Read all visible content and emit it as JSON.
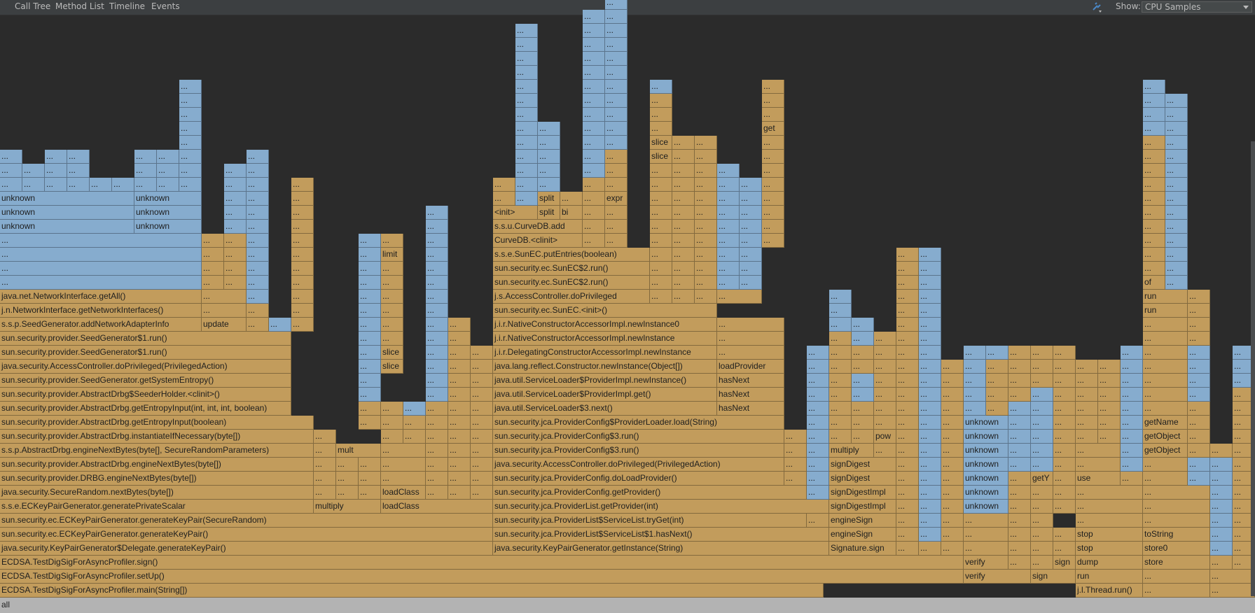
{
  "tabs": [
    {
      "id": "call-tree",
      "label": "Call Tree",
      "active": false
    },
    {
      "id": "method-list",
      "label": "Method List",
      "active": false
    },
    {
      "id": "timeline",
      "label": "Timeline",
      "active": false
    },
    {
      "id": "events",
      "label": "Events",
      "active": false
    }
  ],
  "toolbar": {
    "show_label": "Show:",
    "show_value": "CPU Samples",
    "filter_icon": "filter-icon"
  },
  "root_label": "all",
  "colors": {
    "java": "#c29c5c",
    "native": "#86acce",
    "background": "#2b2b2b",
    "toolbar": "#3c3f41",
    "root": "#b3b3b3",
    "active_tab": "#4a88c7"
  },
  "frames": [
    "0,1176,0,j,ECDSA.TestDigSigForAsyncProfiler.main(String[])",
    "1536,1632,0,j,j.l.Thread.run()",
    "1632,1728,0,j,...",
    "1728,1792,0,j,...",
    "0,1376,1,j,ECDSA.TestDigSigForAsyncProfiler.setUp()",
    "1376,1472,1,j,verify",
    "1472,1536,1,j,sign",
    "1536,1632,1,j,run",
    "1632,1728,1,j,...",
    "1728,1792,1,j,...",
    "0,1376,2,j,ECDSA.TestDigSigForAsyncProfiler.sign()",
    "1376,1440,2,j,verify",
    "1440,1472,2,j,...",
    "1472,1504,2,j,...",
    "1504,1536,2,j,sign",
    "1536,1632,2,j,dump",
    "1632,1728,2,j,store",
    "1728,1760,2,j,...",
    "1760,1792,2,j,...",
    "0,704,3,j,java.security.KeyPairGenerator$Delegate.generateKeyPair()",
    "704,1184,3,j,java.security.KeyPairGenerator.getInstance(String)",
    "1184,1280,3,j,Signature.sign",
    "1280,1312,3,j,...",
    "1312,1344,3,j,...",
    "1344,1376,3,j,...",
    "1376,1440,3,j,...",
    "1440,1472,3,j,...",
    "1472,1504,3,j,...",
    "1504,1536,3,j,...",
    "1536,1632,3,j,stop",
    "1632,1728,3,j,store0",
    "1728,1760,3,n,...",
    "1760,1792,3,j,...",
    "0,704,4,j,sun.security.ec.ECKeyPairGenerator.generateKeyPair()",
    "704,1184,4,j,sun.security.jca.ProviderList$ServiceList$1.hasNext()",
    "1184,1280,4,j,engineSign",
    "1280,1312,4,j,...",
    "1312,1344,4,n,...",
    "1344,1376,4,j,...",
    "1376,1440,4,j,...",
    "1440,1472,4,j,...",
    "1472,1504,4,j,...",
    "1504,1536,4,j,...",
    "1536,1632,4,j,stop",
    "1632,1728,4,j,toString",
    "1728,1760,4,n,...",
    "1760,1792,4,j,...",
    "0,704,5,j,sun.security.ec.ECKeyPairGenerator.generateKeyPair(SecureRandom)",
    "704,1152,5,j,sun.security.jca.ProviderList$ServiceList.tryGet(int)",
    "1152,1184,5,j,...",
    "1184,1280,5,j,engineSign",
    "1280,1312,5,j,...",
    "1312,1344,5,n,...",
    "1344,1376,5,j,...",
    "1376,1440,5,j,...",
    "1440,1472,5,j,...",
    "1472,1504,5,j,...",
    "1536,1632,5,j,...",
    "1632,1728,5,j,...",
    "1728,1760,5,n,...",
    "1760,1792,5,j,...",
    "0,448,6,j,s.s.e.ECKeyPairGenerator.generatePrivateScalar",
    "448,544,6,j,multiply",
    "544,704,6,j,loadClass",
    "704,1184,6,j,sun.security.jca.ProviderList.getProvider(int)",
    "1184,1280,6,j,signDigestImpl",
    "1280,1312,6,j,...",
    "1312,1344,6,n,...",
    "1344,1376,6,j,...",
    "1376,1440,6,n,unknown",
    "1440,1472,6,j,...",
    "1472,1504,6,j,...",
    "1504,1536,6,j,...",
    "1536,1632,6,j,...",
    "1632,1728,6,j,...",
    "1728,1760,6,n,...",
    "1760,1792,6,j,...",
    "0,448,7,j,java.security.SecureRandom.nextBytes(byte[])",
    "448,480,7,j,...",
    "480,512,7,j,...",
    "512,544,7,j,...",
    "544,608,7,j,loadClass",
    "608,640,7,j,...",
    "640,672,7,j,...",
    "672,704,7,j,...",
    "704,1152,7,j,sun.security.jca.ProviderConfig.getProvider()",
    "1152,1184,7,n,...",
    "1184,1280,7,j,signDigestImpl",
    "1280,1312,7,j,...",
    "1312,1344,7,n,...",
    "1344,1376,7,j,...",
    "1376,1440,7,n,unknown",
    "1440,1472,7,j,...",
    "1472,1504,7,j,...",
    "1504,1536,7,j,...",
    "1536,1632,7,j,...",
    "1632,1728,7,j,...",
    "1728,1760,7,n,...",
    "1760,1792,7,j,...",
    "0,448,8,j,sun.security.provider.DRBG.engineNextBytes(byte[])",
    "448,480,8,j,...",
    "480,512,8,j,...",
    "512,544,8,j,...",
    "544,608,8,j,...",
    "608,640,8,j,...",
    "640,672,8,j,...",
    "672,704,8,j,...",
    "704,1120,8,j,sun.security.jca.ProviderConfig.doLoadProvider()",
    "1120,1152,8,j,...",
    "1152,1184,8,n,...",
    "1184,1280,8,j,signDigest",
    "1280,1312,8,j,...",
    "1312,1344,8,n,...",
    "1344,1376,8,j,...",
    "1376,1440,8,n,unknown",
    "1440,1472,8,j,...",
    "1472,1504,8,j,getY",
    "1504,1536,8,j,...",
    "1536,1600,8,j,use",
    "1600,1632,8,j,...",
    "1632,1696,8,j,...",
    "1696,1728,8,n,...",
    "1728,1760,8,n,...",
    "1760,1792,8,j,...",
    "0,448,9,j,sun.security.provider.AbstractDrbg.engineNextBytes(byte[])",
    "448,480,9,j,...",
    "480,512,9,j,...",
    "512,544,9,j,...",
    "544,608,9,j,...",
    "608,640,9,j,...",
    "640,672,9,j,...",
    "672,704,9,j,...",
    "704,1120,9,j,java.security.AccessController.doPrivileged(PrivilegedAction)",
    "1120,1152,9,j,...",
    "1152,1184,9,n,...",
    "1184,1280,9,j,signDigest",
    "1280,1312,9,j,...",
    "1312,1344,9,n,...",
    "1344,1376,9,j,...",
    "1376,1440,9,n,unknown",
    "1440,1472,9,n,...",
    "1472,1504,9,n,...",
    "1504,1536,9,j,...",
    "1536,1600,9,j,...",
    "1600,1632,9,n,...",
    "1632,1696,9,j,...",
    "1696,1728,9,n,...",
    "1728,1760,9,n,...",
    "1760,1792,9,j,...",
    "0,448,10,j,s.s.p.AbstractDrbg.engineNextBytes(byte[], SecureRandomParameters)",
    "448,480,10,j,...",
    "480,544,10,j,mult",
    "544,608,10,j,...",
    "608,640,10,j,...",
    "640,672,10,j,...",
    "672,704,10,j,...",
    "704,1120,10,j,sun.security.jca.ProviderConfig$3.run()",
    "1120,1152,10,j,...",
    "1152,1184,10,n,...",
    "1184,1248,10,j,multiply",
    "1248,1280,10,j,...",
    "1280,1312,10,j,...",
    "1312,1344,10,n,...",
    "1344,1376,10,j,...",
    "1376,1440,10,n,unknown",
    "1440,1472,10,n,...",
    "1472,1504,10,n,...",
    "1504,1536,10,j,...",
    "1536,1600,10,j,...",
    "1600,1632,10,n,...",
    "1632,1696,10,j,getObject",
    "1696,1728,10,j,...",
    "1728,1760,10,j,...",
    "1760,1792,10,j,...",
    "0,448,11,j,sun.security.provider.AbstractDrbg.instantiateIfNecessary(byte[])",
    "448,480,11,j,...",
    "544,576,11,j,...",
    "576,608,11,j,...",
    "608,640,11,j,...",
    "640,672,11,j,...",
    "672,704,11,j,...",
    "704,1120,11,j,sun.security.jca.ProviderConfig$3.run()",
    "1120,1152,11,j,...",
    "1152,1184,11,n,...",
    "1184,1216,11,j,...",
    "1216,1248,11,j,...",
    "1248,1280,11,j,pow",
    "1280,1312,11,j,...",
    "1312,1344,11,n,...",
    "1344,1376,11,j,...",
    "1376,1440,11,n,unknown",
    "1440,1472,11,n,...",
    "1472,1504,11,n,...",
    "1504,1536,11,j,...",
    "1536,1568,11,j,...",
    "1568,1600,11,j,...",
    "1600,1632,11,n,...",
    "1632,1696,11,j,getObject",
    "1696,1728,11,j,...",
    "1760,1792,11,j,...",
    "0,448,12,j,sun.security.provider.AbstractDrbg.getEntropyInput(boolean)",
    "512,544,12,j,...",
    "544,576,12,j,...",
    "576,608,12,j,...",
    "608,640,12,j,...",
    "640,672,12,j,...",
    "672,704,12,j,...",
    "704,1120,12,j,sun.security.jca.ProviderConfig$ProviderLoader.load(String)",
    "1152,1184,12,n,...",
    "1184,1216,12,j,...",
    "1216,1248,12,j,...",
    "1248,1280,12,j,...",
    "1280,1312,12,j,...",
    "1312,1344,12,n,...",
    "1344,1376,12,j,...",
    "1376,1440,12,n,unknown",
    "1440,1472,12,n,...",
    "1472,1504,12,n,...",
    "1504,1536,12,j,...",
    "1536,1568,12,j,...",
    "1568,1600,12,j,...",
    "1600,1632,12,n,...",
    "1632,1696,12,j,getName",
    "1696,1728,12,j,...",
    "1760,1792,12,j,...",
    "0,416,13,j,sun.security.provider.AbstractDrbg.getEntropyInput(int, int, int, boolean)",
    "512,544,13,j,...",
    "544,576,13,j,...",
    "576,608,13,n,...",
    "608,640,13,j,...",
    "640,672,13,j,...",
    "672,704,13,j,...",
    "704,1024,13,j,java.util.ServiceLoader$3.next()",
    "1024,1120,13,j,hasNext",
    "1152,1184,13,n,...",
    "1184,1216,13,j,...",
    "1216,1248,13,j,...",
    "1248,1280,13,j,...",
    "1280,1312,13,j,...",
    "1312,1344,13,n,...",
    "1344,1376,13,j,...",
    "1376,1408,13,n,...",
    "1408,1440,13,j,...",
    "1440,1472,13,n,...",
    "1472,1504,13,n,...",
    "1504,1536,13,j,...",
    "1536,1568,13,j,...",
    "1568,1600,13,j,...",
    "1600,1632,13,n,...",
    "1632,1696,13,j,...",
    "1696,1728,13,j,...",
    "1760,1792,13,j,...",
    "0,416,14,j,sun.security.provider.AbstractDrbg$SeederHolder.<clinit>()",
    "512,544,14,n,...",
    "608,640,14,n,...",
    "640,672,14,j,...",
    "672,704,14,j,...",
    "704,1024,14,j,java.util.ServiceLoader$ProviderImpl.get()",
    "1024,1120,14,j,hasNext",
    "1152,1184,14,n,...",
    "1184,1216,14,j,...",
    "1216,1248,14,n,...",
    "1248,1280,14,j,...",
    "1280,1312,14,j,...",
    "1312,1344,14,n,...",
    "1344,1376,14,j,...",
    "1376,1408,14,n,...",
    "1408,1440,14,j,...",
    "1440,1472,14,j,...",
    "1472,1504,14,n,...",
    "1504,1536,14,j,...",
    "1536,1568,14,j,...",
    "1568,1600,14,j,...",
    "1600,1632,14,n,...",
    "1632,1696,14,j,...",
    "1696,1728,14,n,...",
    "1760,1792,14,j,...",
    "0,416,15,j,sun.security.provider.SeedGenerator.getSystemEntropy()",
    "512,544,15,n,...",
    "608,640,15,n,...",
    "640,672,15,j,...",
    "672,704,15,j,...",
    "704,1024,15,j,java.util.ServiceLoader$ProviderImpl.newInstance()",
    "1024,1120,15,j,hasNext",
    "1152,1184,15,n,...",
    "1184,1216,15,j,...",
    "1216,1248,15,n,...",
    "1248,1280,15,j,...",
    "1280,1312,15,j,...",
    "1312,1344,15,n,...",
    "1344,1376,15,j,...",
    "1376,1408,15,n,...",
    "1408,1440,15,j,...",
    "1440,1472,15,j,...",
    "1472,1504,15,j,...",
    "1504,1536,15,j,...",
    "1536,1568,15,j,...",
    "1568,1600,15,j,...",
    "1600,1632,15,n,...",
    "1632,1696,15,j,...",
    "1696,1728,15,n,...",
    "1760,1792,15,n,...",
    "0,416,16,j,java.security.AccessController.doPrivileged(PrivilegedAction)",
    "512,544,16,n,...",
    "544,576,16,j,slice",
    "608,640,16,n,...",
    "640,672,16,j,...",
    "672,704,16,j,...",
    "704,1024,16,j,java.lang.reflect.Constructor.newInstance(Object[])",
    "1024,1120,16,j,loadProvider",
    "1152,1184,16,n,...",
    "1184,1216,16,j,...",
    "1216,1248,16,j,...",
    "1248,1280,16,j,...",
    "1280,1312,16,j,...",
    "1312,1344,16,n,...",
    "1344,1376,16,j,...",
    "1376,1408,16,n,...",
    "1408,1440,16,j,...",
    "1440,1472,16,j,...",
    "1472,1504,16,j,...",
    "1504,1536,16,j,...",
    "1536,1568,16,j,...",
    "1568,1600,16,j,...",
    "1600,1632,16,n,...",
    "1632,1696,16,j,...",
    "1696,1728,16,n,...",
    "1760,1792,16,n,...",
    "0,416,17,j,sun.security.provider.SeedGenerator$1.run()",
    "512,544,17,n,...",
    "544,576,17,j,slice",
    "608,640,17,n,...",
    "640,672,17,j,...",
    "672,704,17,j,...",
    "704,1024,17,j,j.i.r.DelegatingConstructorAccessorImpl.newInstance",
    "1024,1120,17,j,...",
    "1152,1184,17,n,...",
    "1184,1216,17,j,...",
    "1216,1248,17,j,...",
    "1248,1280,17,j,...",
    "1280,1312,17,j,...",
    "1312,1344,17,n,...",
    "1376,1408,17,n,...",
    "1408,1440,17,n,...",
    "1440,1472,17,j,...",
    "1472,1504,17,j,...",
    "1504,1536,17,j,...",
    "1600,1632,17,n,...",
    "1632,1696,17,j,...",
    "1696,1728,17,n,...",
    "1760,1792,17,n,...",
    "0,416,18,j,sun.security.provider.SeedGenerator$1.run()",
    "512,544,18,n,...",
    "544,576,18,j,...",
    "608,640,18,n,...",
    "640,672,18,j,...",
    "704,1024,18,j,j.i.r.NativeConstructorAccessorImpl.newInstance",
    "1024,1120,18,j,...",
    "1184,1216,18,j,...",
    "1216,1248,18,n,...",
    "1248,1280,18,j,...",
    "1280,1312,18,j,...",
    "1312,1344,18,n,...",
    "1632,1696,18,j,...",
    "1696,1728,18,j,...",
    "0,288,19,j,s.s.p.SeedGenerator.addNetworkAdapterInfo",
    "288,352,19,j,update",
    "352,384,19,j,...",
    "384,416,19,n,...",
    "416,448,19,j,...",
    "512,544,19,n,...",
    "544,576,19,j,...",
    "608,640,19,n,...",
    "640,672,19,j,...",
    "704,1024,19,j,j.i.r.NativeConstructorAccessorImpl.newInstance0",
    "1024,1120,19,j,...",
    "1184,1216,19,n,...",
    "1216,1248,19,n,...",
    "1280,1312,19,j,...",
    "1312,1344,19,n,...",
    "1632,1696,19,j,...",
    "1696,1728,19,j,...",
    "0,288,20,j,j.n.NetworkInterface.getNetworkInterfaces()",
    "288,352,20,j,...",
    "352,384,20,j,...",
    "416,448,20,j,...",
    "512,544,20,n,...",
    "544,576,20,j,...",
    "608,640,20,n,...",
    "704,1024,20,j,sun.security.ec.SunEC.<init>()",
    "1184,1216,20,n,...",
    "1280,1312,20,j,...",
    "1312,1344,20,n,...",
    "1632,1696,20,j,run",
    "1696,1728,20,j,...",
    "0,288,21,j,java.net.NetworkInterface.getAll()",
    "288,352,21,j,...",
    "352,384,21,n,...",
    "416,448,21,j,...",
    "512,544,21,n,...",
    "544,576,21,j,...",
    "608,640,21,n,...",
    "704,928,21,j,j.s.AccessController.doPrivileged",
    "928,960,21,j,...",
    "960,992,21,j,...",
    "992,1024,21,j,...",
    "1024,1088,21,j,...",
    "1184,1216,21,n,...",
    "1280,1312,21,j,...",
    "1312,1344,21,n,...",
    "1632,1696,21,j,run",
    "1696,1728,21,j,...",
    "0,288,22,n,...",
    "288,320,22,j,...",
    "320,352,22,j,...",
    "352,384,22,n,...",
    "416,448,22,j,...",
    "512,544,22,n,...",
    "544,576,22,j,...",
    "608,640,22,n,...",
    "704,928,22,j,sun.security.ec.SunEC$2.run()",
    "928,960,22,j,...",
    "960,992,22,j,...",
    "992,1024,22,j,...",
    "1024,1056,22,n,...",
    "1056,1088,22,n,...",
    "1280,1312,22,j,...",
    "1312,1344,22,n,...",
    "1632,1664,22,j,of",
    "1664,1696,22,n,...",
    "0,288,23,n,...",
    "288,320,23,j,...",
    "320,352,23,j,...",
    "352,384,23,n,...",
    "416,448,23,j,...",
    "512,544,23,n,...",
    "544,576,23,j,...",
    "608,640,23,n,...",
    "704,928,23,j,sun.security.ec.SunEC$2.run()",
    "928,960,23,j,...",
    "960,992,23,j,...",
    "992,1024,23,j,...",
    "1024,1056,23,n,...",
    "1056,1088,23,n,...",
    "1280,1312,23,j,...",
    "1312,1344,23,n,...",
    "1632,1664,23,j,...",
    "1664,1696,23,n,...",
    "0,288,24,n,...",
    "288,320,24,j,...",
    "320,352,24,j,...",
    "352,384,24,n,...",
    "416,448,24,j,...",
    "512,544,24,n,...",
    "544,576,24,j,limit",
    "608,640,24,n,...",
    "704,928,24,j,s.s.e.SunEC.putEntries(boolean)",
    "928,960,24,j,...",
    "960,992,24,j,...",
    "992,1024,24,j,...",
    "1024,1056,24,n,...",
    "1056,1088,24,n,...",
    "1280,1312,24,j,...",
    "1312,1344,24,n,...",
    "1632,1664,24,j,...",
    "1664,1696,24,n,...",
    "0,288,25,n,...",
    "288,320,25,j,...",
    "320,352,25,j,...",
    "352,384,25,n,...",
    "416,448,25,j,...",
    "512,544,25,n,...",
    "544,576,25,j,...",
    "608,640,25,n,...",
    "704,832,25,j,CurveDB.<clinit>",
    "832,864,25,j,...",
    "864,896,25,j,...",
    "928,960,25,j,...",
    "960,992,25,j,...",
    "992,1024,25,j,...",
    "1024,1056,25,n,...",
    "1056,1088,25,n,...",
    "1088,1120,25,j,...",
    "1632,1664,25,j,...",
    "1664,1696,25,n,...",
    "0,192,26,n,unknown",
    "192,288,26,n,unknown",
    "320,352,26,n,...",
    "352,384,26,n,...",
    "416,448,26,j,...",
    "608,640,26,n,...",
    "704,832,26,j,s.s.u.CurveDB.add",
    "832,864,26,j,...",
    "864,896,26,j,...",
    "928,960,26,j,...",
    "960,992,26,j,...",
    "992,1024,26,j,...",
    "1024,1056,26,n,...",
    "1056,1088,26,n,...",
    "1088,1120,26,j,...",
    "1632,1664,26,j,...",
    "1664,1696,26,n,...",
    "0,192,27,n,unknown",
    "192,288,27,n,unknown",
    "320,352,27,n,...",
    "352,384,27,n,...",
    "416,448,27,j,...",
    "608,640,27,n,...",
    "704,768,27,j,<init>",
    "768,800,27,j,split",
    "800,832,27,j,bi",
    "832,864,27,j,...",
    "864,896,27,j,...",
    "928,960,27,j,...",
    "960,992,27,j,...",
    "992,1024,27,j,...",
    "1024,1056,27,n,...",
    "1056,1088,27,n,...",
    "1088,1120,27,j,...",
    "1632,1664,27,j,...",
    "1664,1696,27,n,...",
    "0,192,28,n,unknown",
    "192,288,28,n,unknown",
    "320,352,28,n,...",
    "352,384,28,n,...",
    "416,448,28,j,...",
    "704,736,28,j,...",
    "736,768,28,n,...",
    "768,800,28,j,split",
    "800,832,28,j,...",
    "832,864,28,j,...",
    "864,896,28,j,expr",
    "928,960,28,j,...",
    "960,992,28,j,...",
    "992,1024,28,j,...",
    "1024,1056,28,n,...",
    "1056,1088,28,n,...",
    "1088,1120,28,j,...",
    "1632,1664,28,j,...",
    "1664,1696,28,n,...",
    "0,32,29,n,...",
    "32,64,29,n,...",
    "64,96,29,n,...",
    "96,128,29,n,...",
    "128,160,29,n,...",
    "160,192,29,n,...",
    "192,224,29,n,...",
    "224,256,29,n,...",
    "256,288,29,n,...",
    "320,352,29,n,...",
    "352,384,29,n,...",
    "416,448,29,j,...",
    "704,736,29,j,...",
    "736,768,29,n,...",
    "768,800,29,n,...",
    "832,864,29,j,...",
    "864,896,29,j,...",
    "928,960,29,j,...",
    "960,992,29,j,...",
    "992,1024,29,j,...",
    "1024,1056,29,n,...",
    "1056,1088,29,n,...",
    "1088,1120,29,j,...",
    "1632,1664,29,j,...",
    "1664,1696,29,n,...",
    "0,32,30,n,...",
    "32,64,30,n,...",
    "64,96,30,n,...",
    "96,128,30,n,...",
    "192,224,30,n,...",
    "224,256,30,n,...",
    "256,288,30,n,...",
    "320,352,30,n,...",
    "352,384,30,n,...",
    "736,768,30,n,...",
    "768,800,30,n,...",
    "832,864,30,n,...",
    "864,896,30,j,...",
    "928,960,30,j,...",
    "960,992,30,j,...",
    "992,1024,30,j,...",
    "1024,1056,30,n,...",
    "1088,1120,30,j,...",
    "1632,1664,30,j,...",
    "1664,1696,30,n,...",
    "0,32,31,n,...",
    "64,96,31,n,...",
    "96,128,31,n,...",
    "192,224,31,n,...",
    "224,256,31,n,...",
    "256,288,31,n,...",
    "352,384,31,n,...",
    "736,768,31,n,...",
    "768,800,31,n,...",
    "832,864,31,n,...",
    "864,896,31,j,...",
    "928,960,31,j,slice",
    "960,992,31,j,...",
    "992,1024,31,j,...",
    "1088,1120,31,j,...",
    "1632,1664,31,j,...",
    "1664,1696,31,n,...",
    "256,288,32,n,...",
    "736,768,32,n,...",
    "768,800,32,n,...",
    "832,864,32,n,...",
    "864,896,32,n,...",
    "928,960,32,j,slice",
    "960,992,32,j,...",
    "992,1024,32,j,...",
    "1088,1120,32,j,...",
    "1632,1664,32,j,...",
    "1664,1696,32,n,...",
    "256,288,33,n,...",
    "736,768,33,n,...",
    "768,800,33,n,...",
    "832,864,33,n,...",
    "864,896,33,n,...",
    "928,960,33,j,...",
    "1088,1120,33,j,get",
    "1632,1664,33,n,...",
    "1664,1696,33,n,...",
    "256,288,34,n,...",
    "736,768,34,n,...",
    "832,864,34,n,...",
    "864,896,34,n,...",
    "928,960,34,j,...",
    "1088,1120,34,j,...",
    "1632,1664,34,n,...",
    "1664,1696,34,n,...",
    "256,288,35,n,...",
    "736,768,35,n,...",
    "832,864,35,n,...",
    "864,896,35,n,...",
    "928,960,35,j,...",
    "1088,1120,35,j,...",
    "1632,1664,35,n,...",
    "1664,1696,35,n,...",
    "256,288,36,n,...",
    "736,768,36,n,...",
    "832,864,36,n,...",
    "864,896,36,n,...",
    "928,960,36,n,...",
    "1088,1120,36,j,...",
    "1632,1664,36,n,...",
    "736,768,37,n,...",
    "832,864,37,n,...",
    "864,896,37,n,...",
    "736,768,38,n,...",
    "832,864,38,n,...",
    "864,896,38,n,...",
    "736,768,39,n,...",
    "832,864,39,n,...",
    "864,896,39,n,...",
    "736,768,40,n,...",
    "832,864,40,n,...",
    "864,896,40,n,...",
    "832,864,41,n,...",
    "864,896,41,n,...",
    "864,896,42,n,..."
  ]
}
